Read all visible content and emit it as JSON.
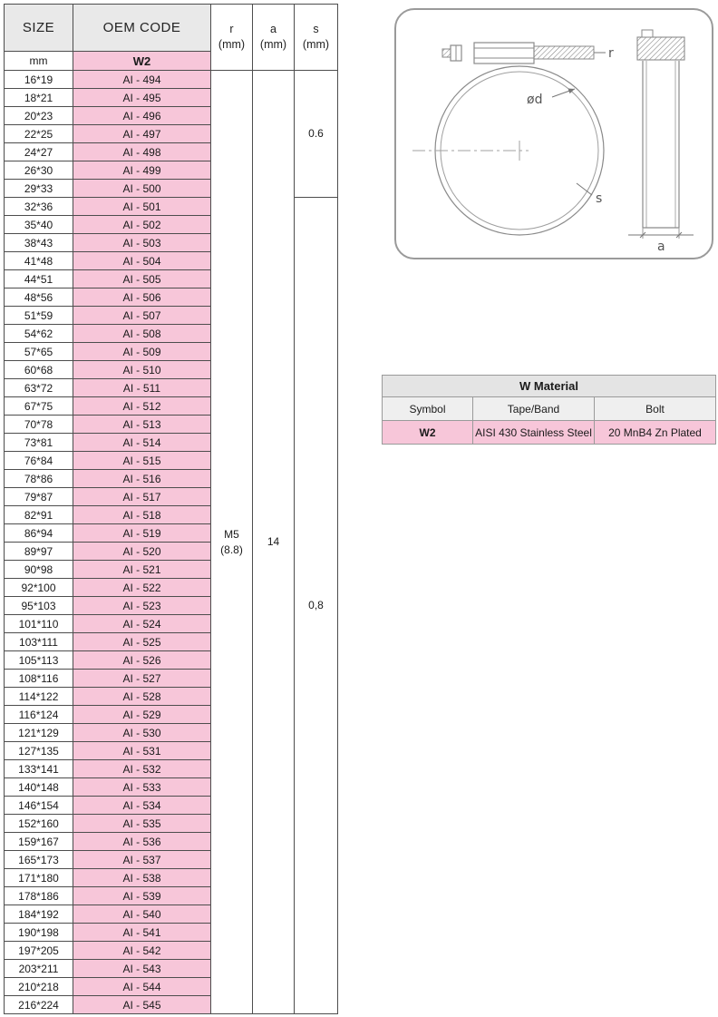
{
  "colors": {
    "pink": "#f7c6d9",
    "header_gray": "#e9e9e9",
    "table_border": "#4d4d4d",
    "diagram_border": "#9a9a9a"
  },
  "spec_table": {
    "col_headers": {
      "size": "SIZE",
      "oem": "OEM CODE",
      "r": [
        "r",
        "(mm)"
      ],
      "a": [
        "a",
        "(mm)"
      ],
      "s": [
        "s",
        "(mm)"
      ]
    },
    "unit_row": {
      "size_unit": "mm",
      "oem_symbol": "W2"
    },
    "r_value": [
      "M5",
      "(8.8)"
    ],
    "a_value": "14",
    "s_groups": [
      {
        "value": "0.6",
        "span": 7
      },
      {
        "value": "0,8",
        "span": 45
      }
    ],
    "rows": [
      [
        "16*19",
        "AI - 494"
      ],
      [
        "18*21",
        "AI - 495"
      ],
      [
        "20*23",
        "AI - 496"
      ],
      [
        "22*25",
        "AI - 497"
      ],
      [
        "24*27",
        "AI - 498"
      ],
      [
        "26*30",
        "AI - 499"
      ],
      [
        "29*33",
        "AI - 500"
      ],
      [
        "32*36",
        "AI - 501"
      ],
      [
        "35*40",
        "AI - 502"
      ],
      [
        "38*43",
        "AI - 503"
      ],
      [
        "41*48",
        "AI - 504"
      ],
      [
        "44*51",
        "AI - 505"
      ],
      [
        "48*56",
        "AI - 506"
      ],
      [
        "51*59",
        "AI - 507"
      ],
      [
        "54*62",
        "AI - 508"
      ],
      [
        "57*65",
        "AI - 509"
      ],
      [
        "60*68",
        "AI - 510"
      ],
      [
        "63*72",
        "AI - 511"
      ],
      [
        "67*75",
        "AI - 512"
      ],
      [
        "70*78",
        "AI - 513"
      ],
      [
        "73*81",
        "AI - 514"
      ],
      [
        "76*84",
        "AI - 515"
      ],
      [
        "78*86",
        "AI - 516"
      ],
      [
        "79*87",
        "AI - 517"
      ],
      [
        "82*91",
        "AI - 518"
      ],
      [
        "86*94",
        "AI - 519"
      ],
      [
        "89*97",
        "AI - 520"
      ],
      [
        "90*98",
        "AI - 521"
      ],
      [
        "92*100",
        "AI - 522"
      ],
      [
        "95*103",
        "AI - 523"
      ],
      [
        "101*110",
        "AI - 524"
      ],
      [
        "103*111",
        "AI - 525"
      ],
      [
        "105*113",
        "AI - 526"
      ],
      [
        "108*116",
        "AI - 527"
      ],
      [
        "114*122",
        "AI - 528"
      ],
      [
        "116*124",
        "AI - 529"
      ],
      [
        "121*129",
        "AI - 530"
      ],
      [
        "127*135",
        "AI - 531"
      ],
      [
        "133*141",
        "AI - 532"
      ],
      [
        "140*148",
        "AI - 533"
      ],
      [
        "146*154",
        "AI - 534"
      ],
      [
        "152*160",
        "AI - 535"
      ],
      [
        "159*167",
        "AI - 536"
      ],
      [
        "165*173",
        "AI - 537"
      ],
      [
        "171*180",
        "AI - 538"
      ],
      [
        "178*186",
        "AI - 539"
      ],
      [
        "184*192",
        "AI - 540"
      ],
      [
        "190*198",
        "AI - 541"
      ],
      [
        "197*205",
        "AI - 542"
      ],
      [
        "203*211",
        "AI - 543"
      ],
      [
        "210*218",
        "AI - 544"
      ],
      [
        "216*224",
        "AI - 545"
      ]
    ]
  },
  "diagram": {
    "labels": {
      "diameter": "ød",
      "screw": "r",
      "thickness": "s",
      "band_width": "a"
    }
  },
  "material_table": {
    "title": "W Material",
    "headers": [
      "Symbol",
      "Tape/Band",
      "Bolt"
    ],
    "row": {
      "symbol": "W2",
      "tape_band": "AISI 430 Stainless Steel",
      "bolt": "20 MnB4 Zn Plated"
    }
  }
}
